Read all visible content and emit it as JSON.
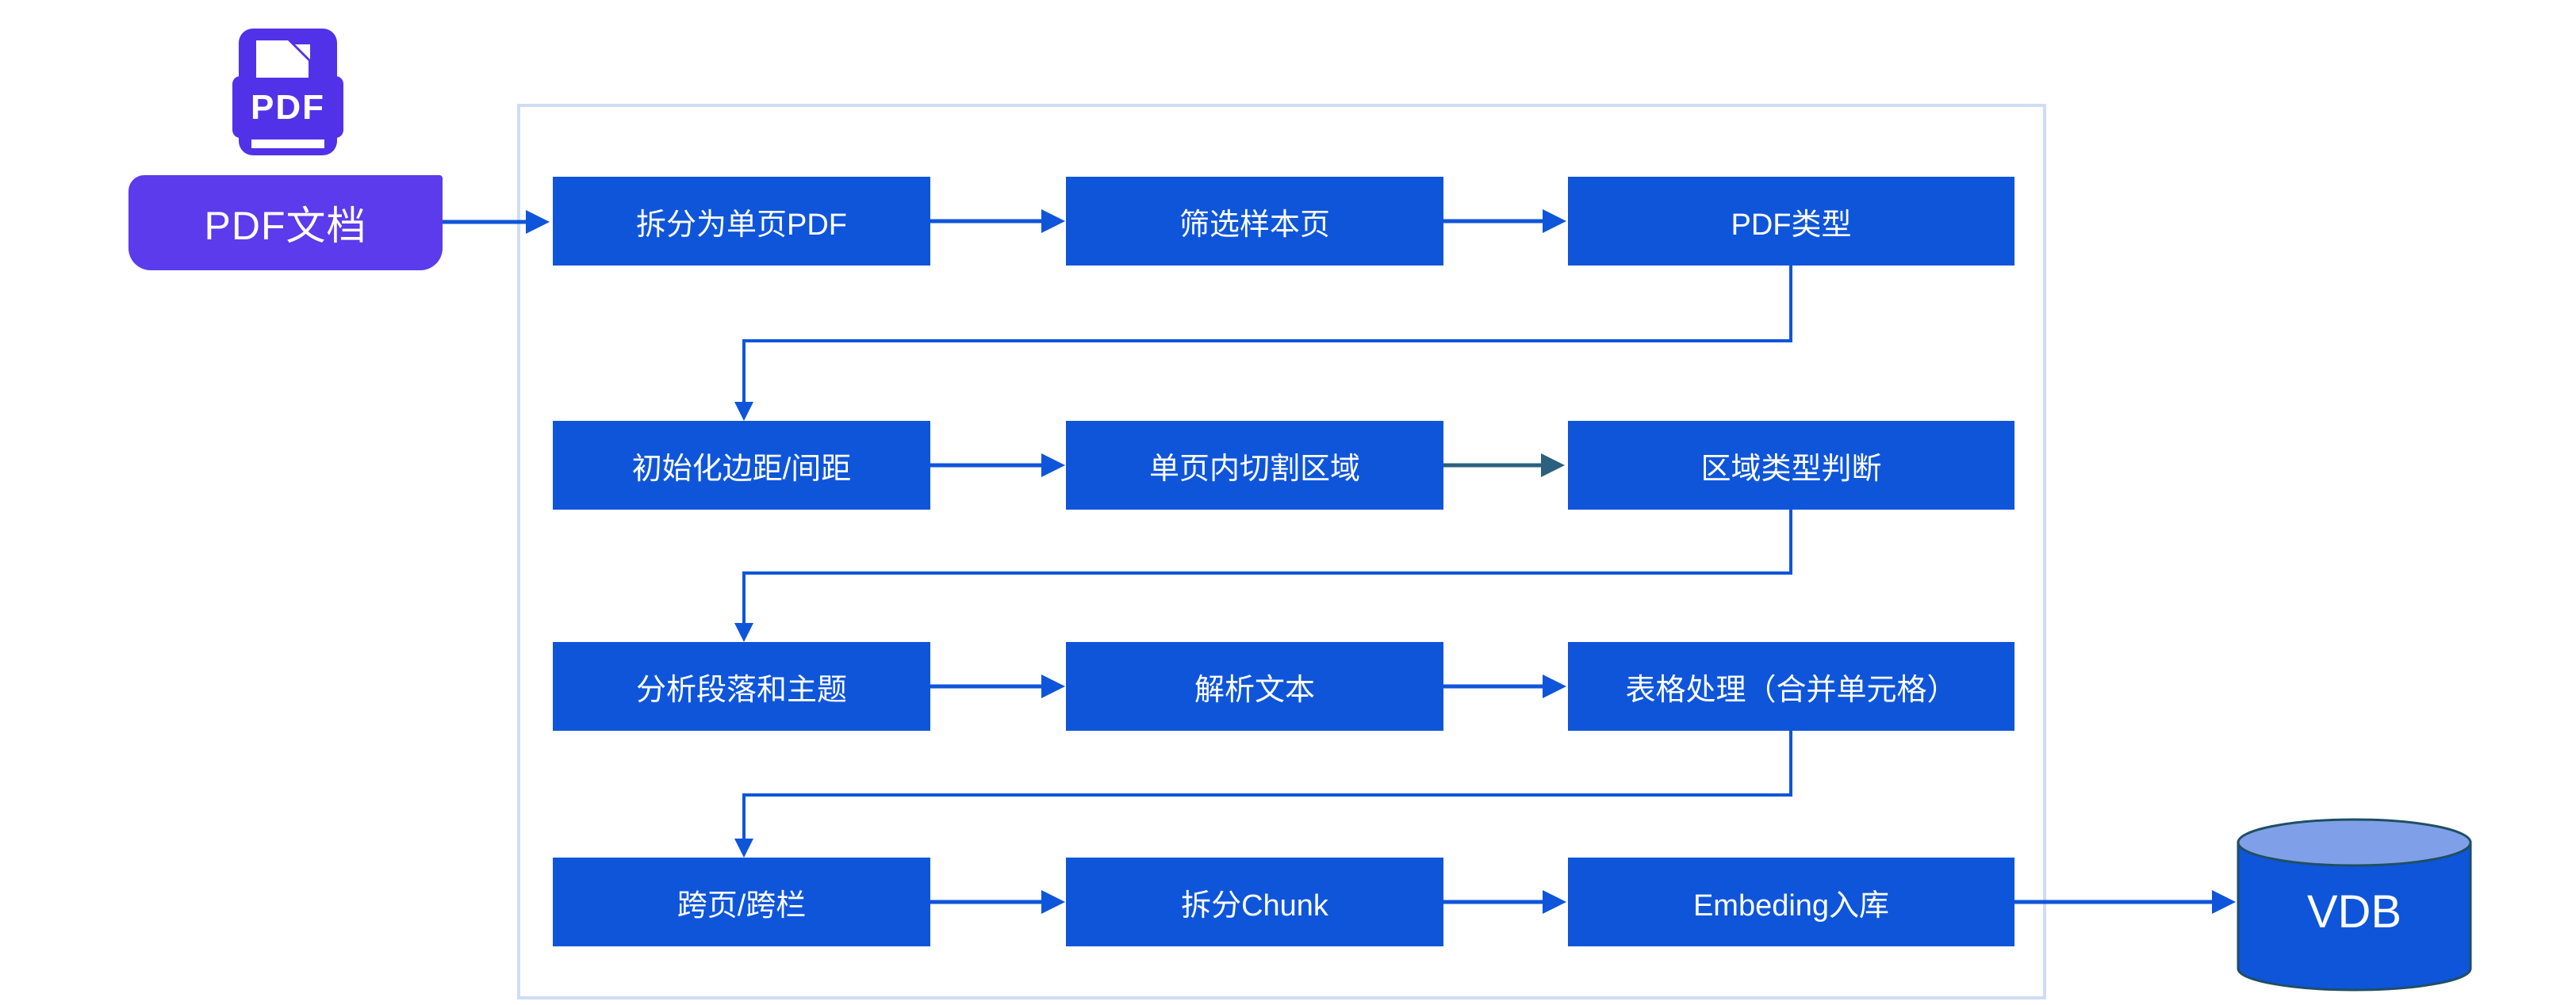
{
  "source": {
    "icon": "pdf-file-icon",
    "icon_text": "PDF",
    "label": "PDF文档"
  },
  "pipeline": {
    "rows": [
      {
        "steps": [
          "拆分为单页PDF",
          "筛选样本页",
          "PDF类型"
        ]
      },
      {
        "steps": [
          "初始化边距/间距",
          "单页内切割区域",
          "区域类型判断"
        ]
      },
      {
        "steps": [
          "分析段落和主题",
          "解析文本",
          "表格处理（合并单元格）"
        ]
      },
      {
        "steps": [
          "跨页/跨栏",
          "拆分Chunk",
          "Embeding入库"
        ]
      }
    ]
  },
  "sink": {
    "label": "VDB",
    "shape": "database-cylinder"
  },
  "colors": {
    "node_blue": "#0E55DA",
    "arrow_blue": "#0E55DA",
    "arrow_teal": "#2B607E",
    "source_purple": "#5B3BEB",
    "icon_purple": "#5232E8",
    "frame_border": "#CFDCF6",
    "cylinder_top": "#7FA0E8",
    "cylinder_outline": "#1F4F63",
    "text_white": "#FFFFFF"
  }
}
